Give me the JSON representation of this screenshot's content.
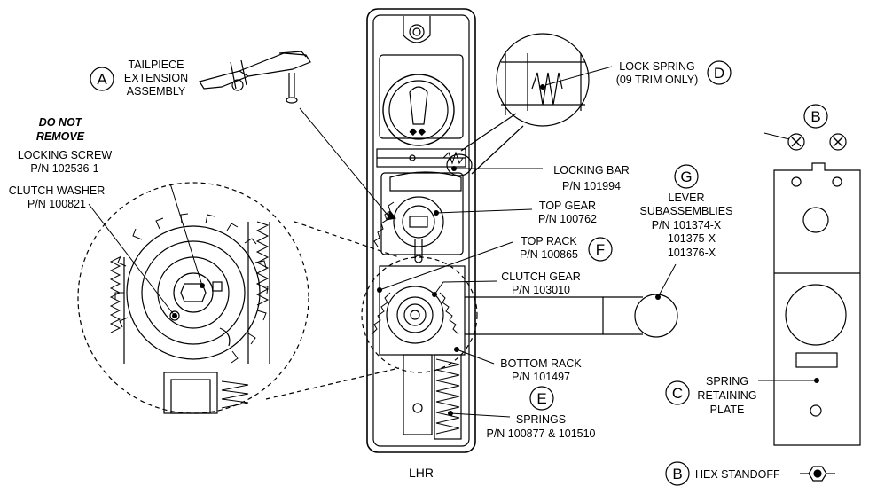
{
  "labels": {
    "a_title": [
      "TAILPIECE",
      "EXTENSION",
      "ASSEMBLY"
    ],
    "do_not": [
      "DO NOT",
      "REMOVE"
    ],
    "locking_screw": [
      "LOCKING SCREW",
      "P/N 102536-1"
    ],
    "clutch_washer": [
      "CLUTCH WASHER",
      "P/N 100821"
    ],
    "lock_spring": [
      "LOCK SPRING",
      "(09 TRIM ONLY)"
    ],
    "locking_bar": [
      "LOCKING BAR",
      "P/N 101994"
    ],
    "top_gear": [
      "TOP GEAR",
      "P/N 100762"
    ],
    "top_rack": [
      "TOP RACK",
      "P/N 100865"
    ],
    "clutch_gear": [
      "CLUTCH GEAR",
      "P/N 103010"
    ],
    "bottom_rack": [
      "BOTTOM RACK",
      "P/N 101497"
    ],
    "springs": [
      "SPRINGS",
      "P/N 100877 & 101510"
    ],
    "lever": [
      "LEVER",
      "SUBASSEMBLIES",
      "P/N 101374-X",
      "101375-X",
      "101376-X"
    ],
    "spring_plate": [
      "SPRING",
      "RETAINING",
      "PLATE"
    ],
    "hex_standoff": "HEX STANDOFF",
    "lhr": "LHR"
  },
  "callouts": {
    "a": "A",
    "b": "B",
    "c": "C",
    "d": "D",
    "e": "E",
    "f": "F",
    "g": "G"
  },
  "colors": {
    "line": "#000000",
    "background": "#ffffff"
  }
}
